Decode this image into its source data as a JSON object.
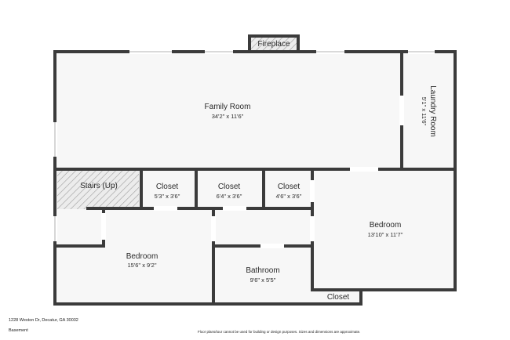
{
  "rooms": {
    "family_room": {
      "name": "Family Room",
      "dims": "34'2\" x 11'6\""
    },
    "laundry_room": {
      "name": "Laundry Room",
      "dims": "5'1\" x 11'6\""
    },
    "fireplace": {
      "name": "Fireplace"
    },
    "stairs": {
      "name": "Stairs (Up)"
    },
    "closet_1": {
      "name": "Closet",
      "dims": "5'3\" x 3'6\""
    },
    "closet_2": {
      "name": "Closet",
      "dims": "6'4\" x 3'6\""
    },
    "closet_3": {
      "name": "Closet",
      "dims": "4'6\" x 3'6\""
    },
    "bedroom_right": {
      "name": "Bedroom",
      "dims": "13'10\" x 11'7\""
    },
    "bedroom_left": {
      "name": "Bedroom",
      "dims": "15'6\" x 9'2\""
    },
    "bathroom": {
      "name": "Bathroom",
      "dims": "9'6\" x 5'5\""
    },
    "closet_small": {
      "name": "Closet"
    }
  },
  "footer": {
    "address": "1228 Weston Dr, Decatur, GA 30032",
    "level": "Basement",
    "disclaimer": "Floor plans/tour cannot be used for building or design purposes. Sizes and dimensions are approximate."
  },
  "colors": {
    "wall": "#3b3b3b",
    "floor": "#f7f7f7",
    "window": "#ffffff",
    "background": "#ffffff"
  }
}
